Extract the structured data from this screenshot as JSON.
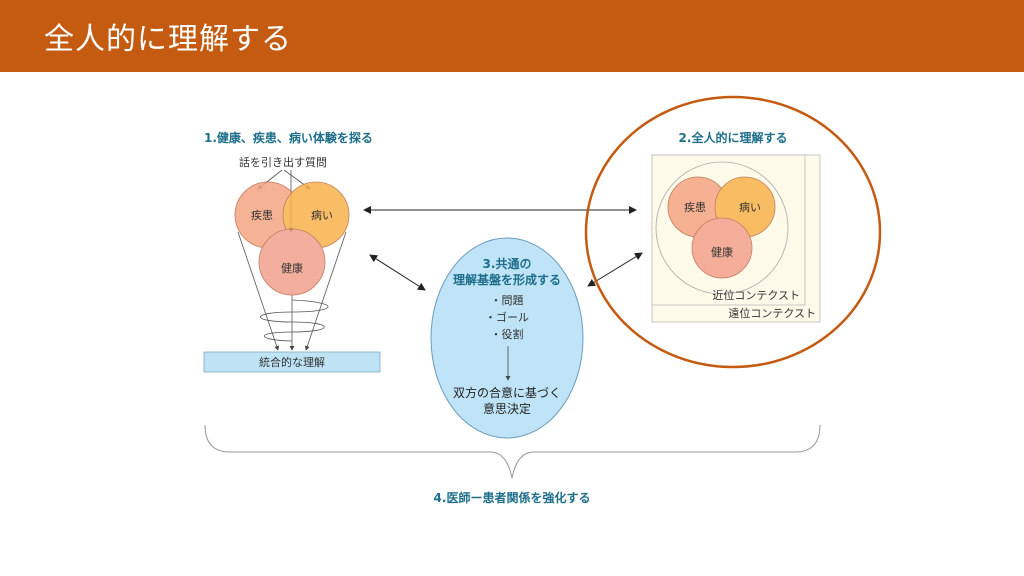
{
  "header": {
    "title": "全人的に理解する"
  },
  "diagram": {
    "section1": {
      "title": "1.健康、疾患、病い体験を探る",
      "questions": "話を引き出す質問",
      "circles": [
        "疾患",
        "病い",
        "健康"
      ],
      "result": "統合的な理解"
    },
    "section2": {
      "title": "2.全人的に理解する",
      "circles": [
        "疾患",
        "病い",
        "健康"
      ],
      "near_context": "近位コンテクスト",
      "far_context": "遠位コンテクスト"
    },
    "section3": {
      "title_line1": "3.共通の",
      "title_line2": "理解基盤を形成する",
      "items": [
        "・問題",
        "・ゴール",
        "・役割"
      ],
      "result_line1": "双方の合意に基づく",
      "result_line2": "意思決定"
    },
    "section4": {
      "title": "4.医師ー患者関係を強化する"
    },
    "colors": {
      "header": "#C55A11",
      "disease": "#F4A582",
      "illness": "#F8B24C",
      "health": "#F2A08C",
      "ellipse": "#BFE3F7",
      "highlight": "#C55A11"
    }
  }
}
